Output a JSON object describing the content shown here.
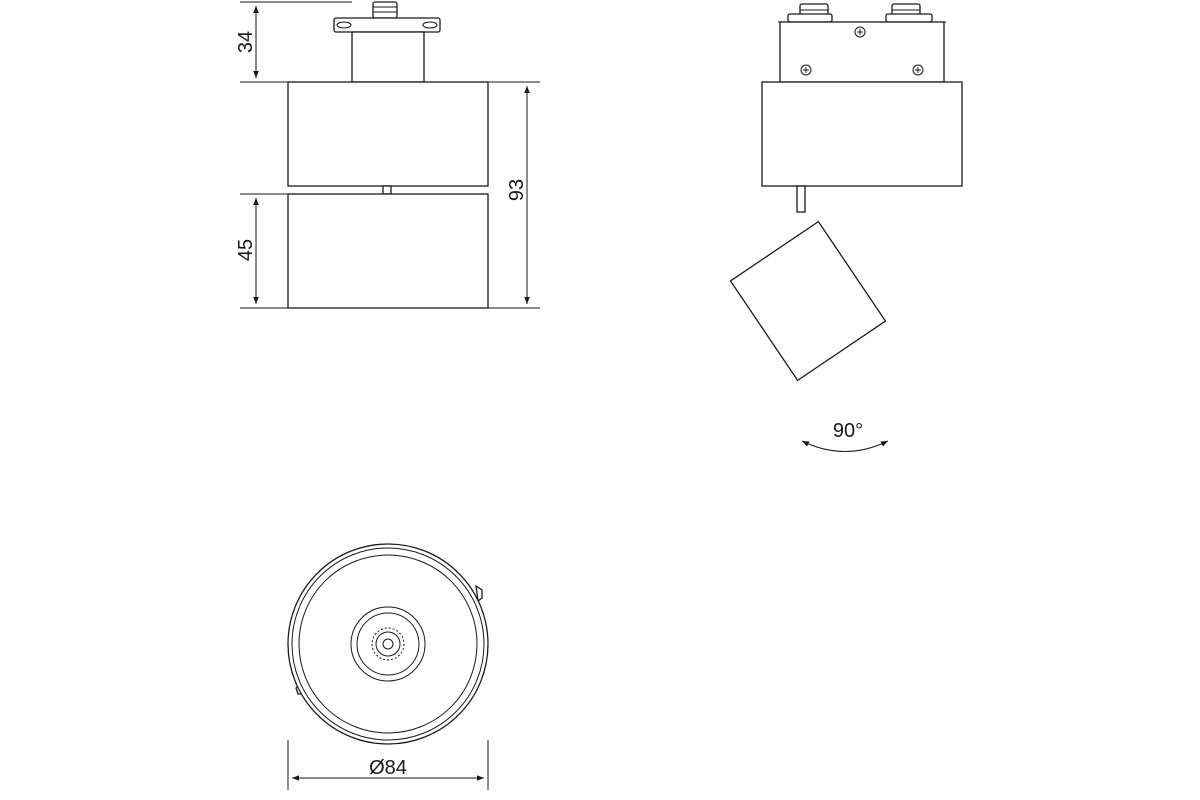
{
  "dimensions": {
    "mount_height": "34",
    "total_height": "93",
    "head_height": "45",
    "tilt_angle": "90°",
    "diameter": "Ø84"
  }
}
